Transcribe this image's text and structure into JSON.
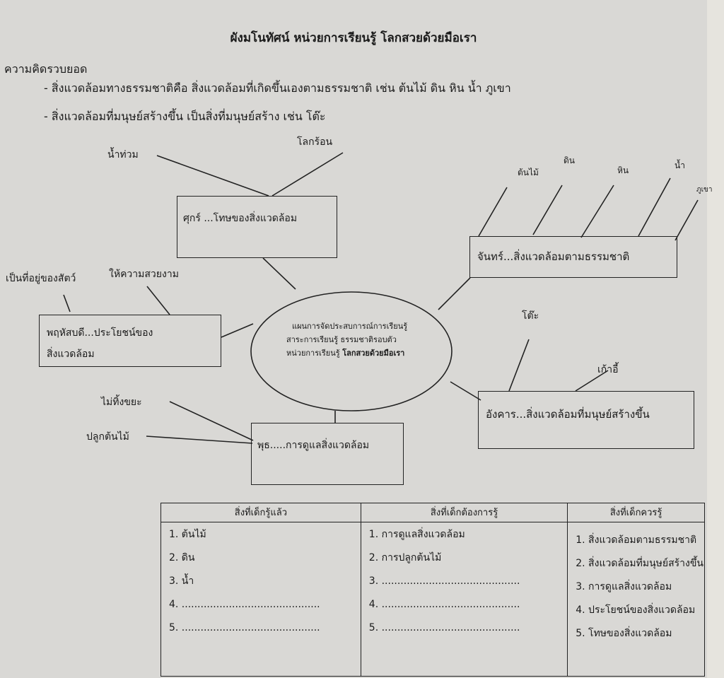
{
  "title": "ผังมโนทัศน์ หน่วยการเรียนรู้  โลกสวยด้วยมือเรา",
  "summary": {
    "heading": "ความคิดรวบยอด",
    "points": [
      "- สิ่งแวดล้อมทางธรรมชาติคือ สิ่งแวดล้อมที่เกิดขึ้นเองตามธรรมชาติ เช่น ต้นไม้ ดิน หิน น้ำ ภูเขา",
      "- สิ่งแวดล้อมที่มนุษย์สร้างขึ้น เป็นสิ่งที่มนุษย์สร้าง เช่น โต๊ะ"
    ]
  },
  "center": {
    "line1": "แผนการจัดประสบการณ์การเรียนรู้",
    "line2": "สาระการเรียนรู้ ธรรมชาติรอบตัว",
    "line3_prefix": "หน่วยการเรียนรู้ ",
    "line3_bold": "โลกสวยด้วยมือเรา"
  },
  "nodes": {
    "friday": {
      "label": "ศุกร์ ...โทษของสิ่งแวดล้อม",
      "branches": [
        "น้ำท่วม",
        "โลกร้อน"
      ]
    },
    "monday": {
      "label": "จันทร์...สิ่งแวดล้อมตามธรรมชาติ",
      "branches": [
        "ต้นไม้",
        "ดิน",
        "หิน",
        "น้ำ",
        "ภูเขา"
      ]
    },
    "thursday": {
      "label_line1": "พฤหัสบดี...ประโยชน์ของ",
      "label_line2": "สิ่งแวดล้อม",
      "branches": [
        "เป็นที่อยู่ของสัตว์",
        "ให้ความสวยงาม"
      ]
    },
    "tuesday": {
      "label": "อังคาร...สิ่งแวดล้อมที่มนุษย์สร้างขึ้น",
      "branches": [
        "โต๊ะ",
        "เก้าอี้"
      ]
    },
    "wednesday": {
      "label": "พุธ.....การดูแลสิ่งแวดล้อม",
      "branches": [
        "ไม่ทิ้งขยะ",
        "ปลูกต้นไม้"
      ]
    }
  },
  "table": {
    "headers": [
      "สิ่งที่เด็กรู้แล้ว",
      "สิ่งที่เด็กต้องการรู้",
      "สิ่งที่เด็กควรรู้"
    ],
    "col1": [
      "1. ต้นไม้",
      "2. ดิน",
      "3. น้ำ",
      "4. ............................................",
      "5. ............................................"
    ],
    "col2": [
      "1. การดูแลสิ่งแวดล้อม",
      "2. การปลูกต้นไม้",
      "3. ............................................",
      "4. ............................................",
      "5. ............................................"
    ],
    "col3": [
      "1. สิ่งแวดล้อมตามธรรมชาติ",
      "2. สิ่งแวดล้อมที่มนุษย์สร้างขึ้น",
      "3. การดูแลสิ่งแวดล้อม",
      "4. ประโยชน์ของสิ่งแวดล้อม",
      "5. โทษของสิ่งแวดล้อม"
    ]
  }
}
